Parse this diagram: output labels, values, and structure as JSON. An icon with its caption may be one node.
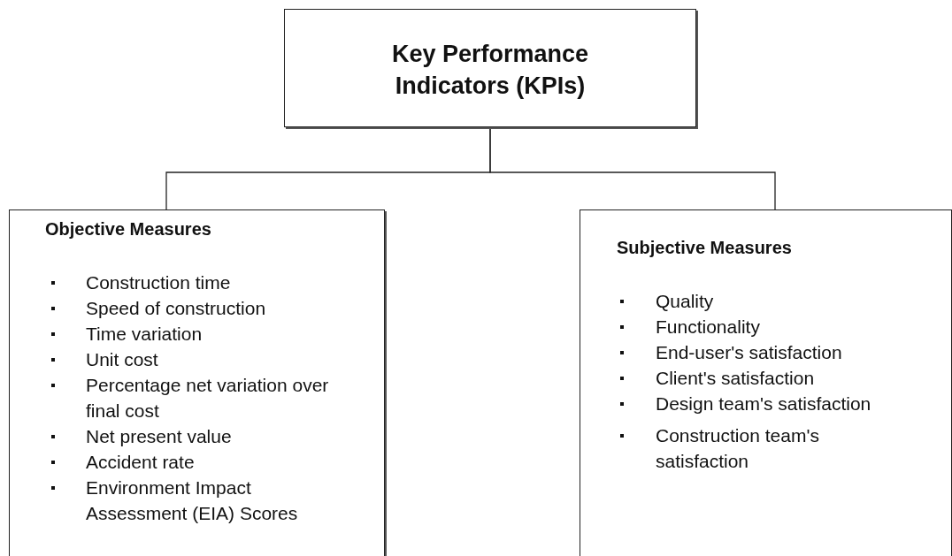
{
  "diagram": {
    "nodes": [
      {
        "text": [
          "Key Performance Indicators (KPIs)"
        ]
      },
      {
        "text": [
          "Objective Measures",
          "Construction time",
          "Speed of construction",
          "Time variation",
          "Unit cost",
          "Percentage net variation over final cost",
          "Net present value",
          "Accident rate",
          "Environment Impact Assessment (EIA) Scores"
        ]
      },
      {
        "text": [
          "Subjective Measures",
          "Quality",
          "Functionality",
          "End-user's satisfaction",
          "Client's satisfaction",
          "Design team's satisfaction",
          "Construction team's satisfaction"
        ]
      }
    ],
    "edges": [
      {
        "from": 0,
        "to": 1,
        "arrow": "none"
      },
      {
        "from": 0,
        "to": 2,
        "arrow": "none"
      }
    ]
  }
}
